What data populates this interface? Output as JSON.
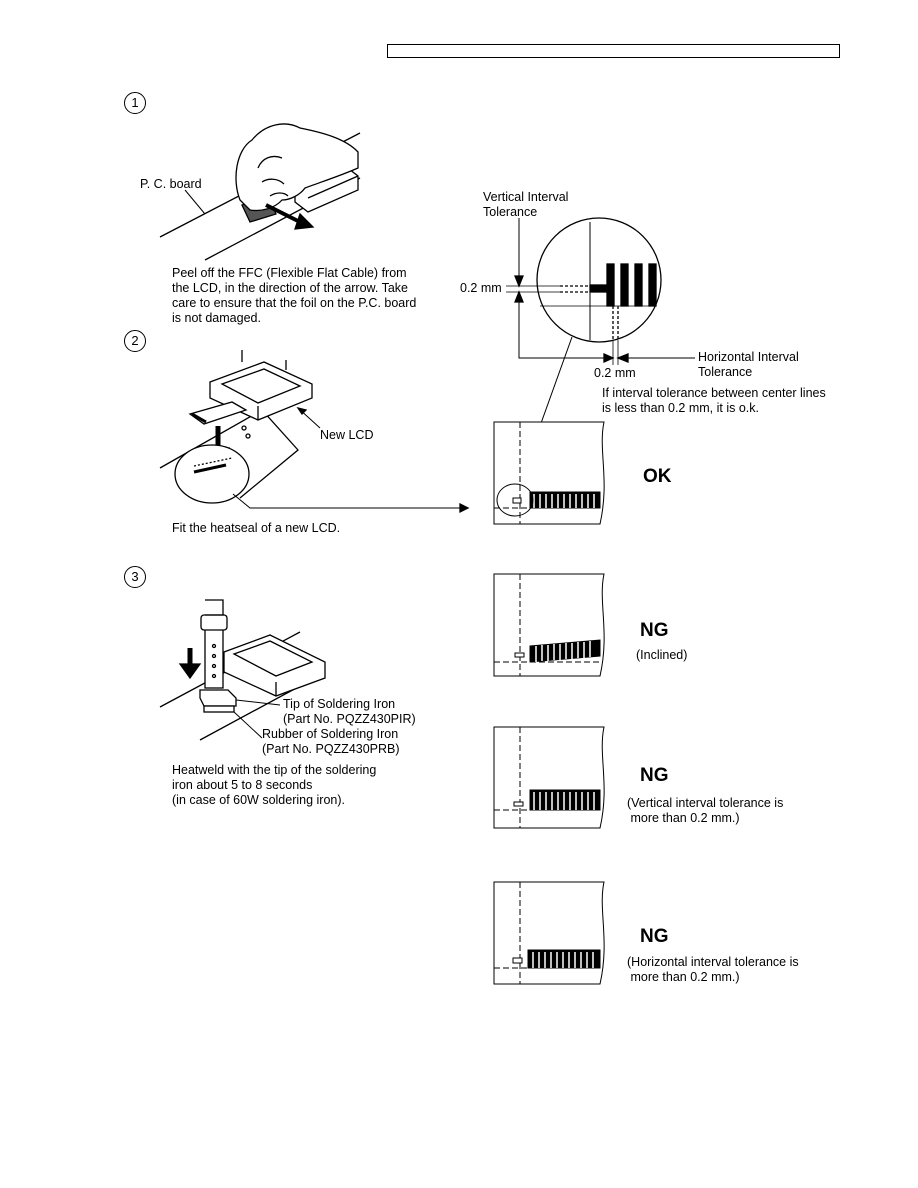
{
  "steps": {
    "s1": {
      "number": "1",
      "board_label": "P. C. board",
      "text": "Peel off the FFC (Flexible Flat Cable) from\nthe LCD, in the direction of the arrow. Take\ncare to ensure that the foil on the P.C. board\nis not damaged."
    },
    "s2": {
      "number": "2",
      "lcd_label": "New LCD",
      "text": "Fit the heatseal of a new LCD."
    },
    "s3": {
      "number": "3",
      "tip_label": "Tip of Soldering Iron\n(Part No. PQZZ430PIR)",
      "rubber_label": "Rubber of Soldering Iron\n(Part No. PQZZ430PRB)",
      "text": "Heatweld with the tip of the soldering\niron about 5 to 8 seconds\n(in case of 60W soldering iron)."
    }
  },
  "tolerance": {
    "vertical_label": "Vertical Interval\nTolerance",
    "vertical_value": "0.2 mm",
    "horizontal_label": "Horizontal Interval\nTolerance",
    "horizontal_value": "0.2 mm",
    "note": "If interval tolerance between center lines\nis less than 0.2 mm, it is o.k."
  },
  "results": [
    {
      "verdict": "OK",
      "note": ""
    },
    {
      "verdict": "NG",
      "note": "(Inclined)"
    },
    {
      "verdict": "NG",
      "note": "(Vertical interval tolerance is\n more than 0.2 mm.)"
    },
    {
      "verdict": "NG",
      "note": "(Horizontal interval tolerance is\n more than 0.2 mm.)"
    }
  ]
}
